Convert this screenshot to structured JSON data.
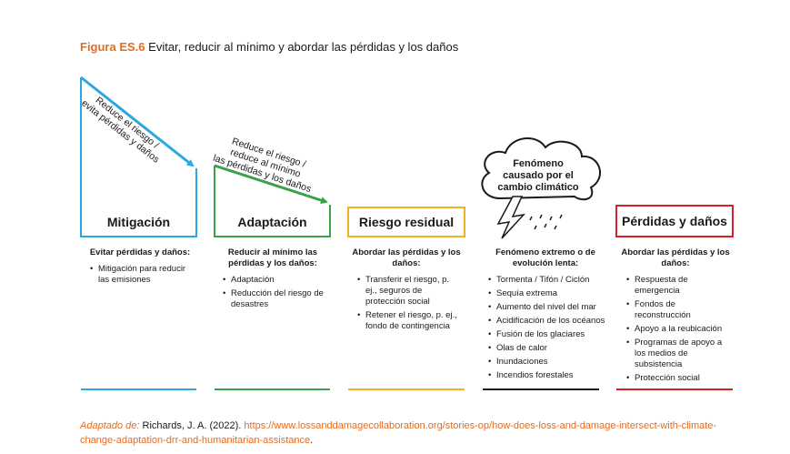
{
  "title": {
    "figure_label": "Figura ES.6",
    "text": "Evitar, reducir al mínimo y abordar las pérdidas y los daños"
  },
  "arrows": {
    "mitigation_text_1": "Reduce el riesgo /",
    "mitigation_text_2": "evita pérdidas y daños",
    "adaptation_text_1": "Reduce el riesgo /",
    "adaptation_text_2": "reduce al mínimo",
    "adaptation_text_3": "las pérdidas y los daños"
  },
  "cloud": {
    "line1": "Fenómeno",
    "line2": "causado por el",
    "line3": "cambio climático"
  },
  "colors": {
    "mitigation": "#29a8e0",
    "adaptation": "#3aa04a",
    "residual": "#f2b01e",
    "slow_onset": "#1a1a1a",
    "loss": "#d6202a",
    "accent": "#e56b1f"
  },
  "columns": {
    "mitigation": {
      "label": "Mitigación",
      "heading": "Evitar pérdidas y daños:",
      "items": [
        "Mitigación para reducir las emisiones"
      ]
    },
    "adaptation": {
      "label": "Adaptación",
      "heading": "Reducir al mínimo las pérdidas y los daños:",
      "items": [
        "Adaptación",
        "Reducción del riesgo de desastres"
      ]
    },
    "residual": {
      "label": "Riesgo residual",
      "heading": "Abordar las pérdidas y los daños:",
      "items": [
        "Transferir el riesgo, p. ej., seguros de protección social",
        "Retener el riesgo, p. ej., fondo de contingencia"
      ]
    },
    "event": {
      "heading": "Fenómeno extremo o de evolución lenta:",
      "items": [
        "Tormenta / Tifón / Ciclón",
        "Sequía extrema",
        "Aumento del nivel del mar",
        "Acidificación de los océanos",
        "Fusión de los glaciares",
        "Olas de calor",
        "Inundaciones",
        "Incendios forestales"
      ]
    },
    "loss": {
      "label": "Pérdidas y daños",
      "heading": "Abordar las pérdidas y los daños:",
      "items": [
        "Respuesta de emergencia",
        "Fondos de reconstrucción",
        "Apoyo a la reubicación",
        "Programas de apoyo a los medios de subsistencia",
        "Protección social"
      ]
    }
  },
  "footer": {
    "adapted": "Adaptado de:",
    "source": " Richards, J. A. (2022). ",
    "url": "https://www.lossanddamagecollaboration.org/stories-op/how-does-loss-and-damage-intersect-with-climate-change-adaptation-drr-and-humanitarian-assistance",
    "end": "."
  }
}
